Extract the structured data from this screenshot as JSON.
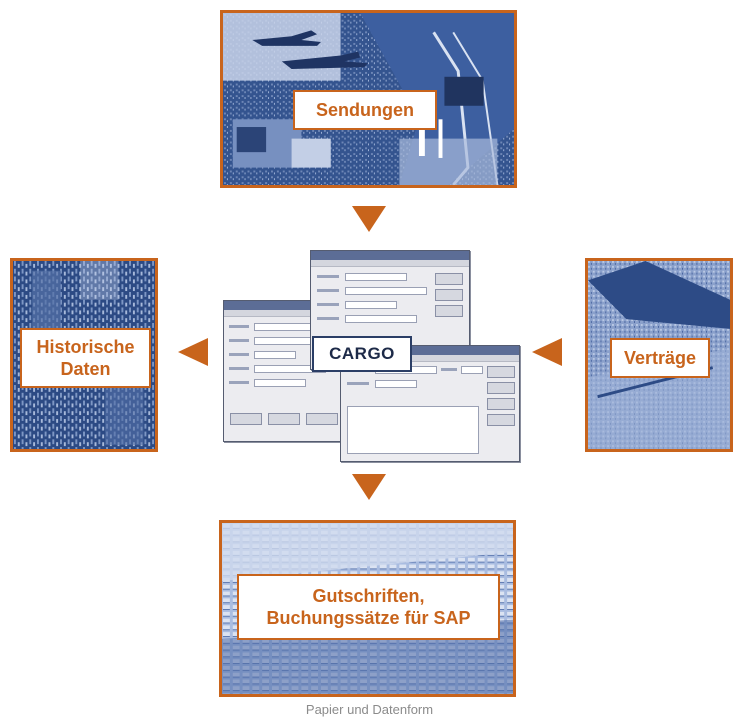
{
  "nodes": {
    "top": {
      "label": "Sendungen"
    },
    "left": {
      "label_lines": [
        "Historische",
        "Daten"
      ]
    },
    "right": {
      "label": "Verträge"
    },
    "bottom": {
      "label_lines": [
        "Gutschriften,",
        "Buchungssätze für SAP"
      ]
    },
    "center": {
      "label": "CARGO"
    }
  },
  "caption": "Papier und Datenform",
  "colors": {
    "accent": "#c8641c",
    "panel_blue": "#2f4f8a",
    "panel_light": "#8fa6cc",
    "cargo_border": "#2b3e66"
  },
  "arrows": [
    {
      "from": "top",
      "to": "center",
      "direction": "down"
    },
    {
      "from": "center",
      "to": "bottom",
      "direction": "down"
    },
    {
      "from": "center",
      "to": "left",
      "direction": "left"
    },
    {
      "from": "right",
      "to": "center",
      "direction": "left"
    }
  ]
}
